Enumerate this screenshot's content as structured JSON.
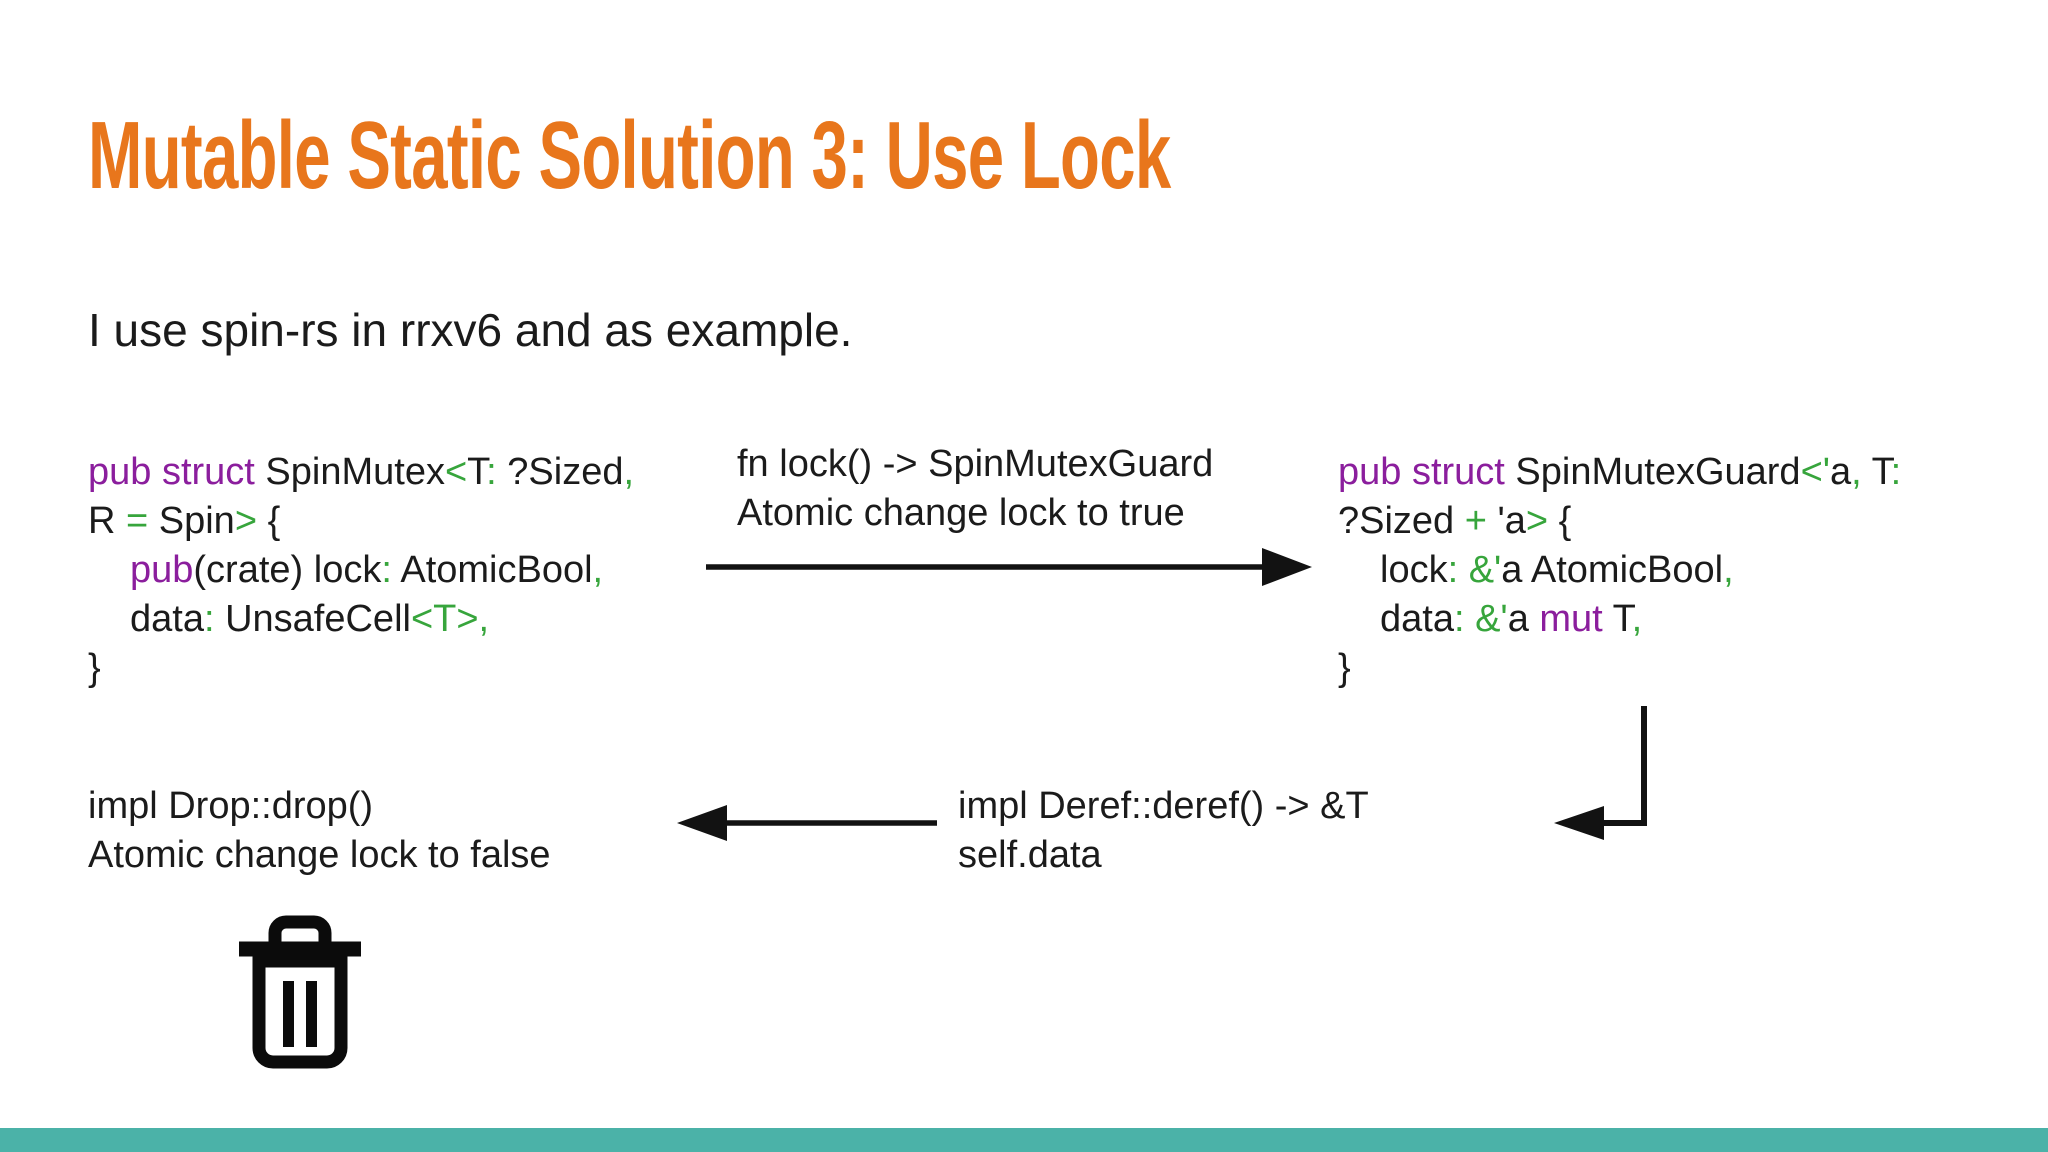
{
  "slide": {
    "title": "Mutable Static Solution 3: Use Lock",
    "subtitle": "I use spin-rs in rrxv6 and as example.",
    "colors": {
      "title_orange": "#E8761C",
      "keyword_purple": "#8B1E9D",
      "symbol_green": "#37A53C",
      "text_black": "#1B1B1B",
      "footer_teal": "#4BB2A8"
    }
  },
  "code_left": {
    "lines": [
      {
        "indent": 0,
        "segments": [
          [
            "purple",
            "pub struct "
          ],
          [
            "plain",
            "SpinMutex"
          ],
          [
            "green",
            "<"
          ],
          [
            "plain",
            "T"
          ],
          [
            "green",
            ":"
          ],
          [
            "plain",
            " ?Sized"
          ],
          [
            "green",
            ","
          ]
        ]
      },
      {
        "indent": 0,
        "segments": [
          [
            "plain",
            "R "
          ],
          [
            "green",
            "="
          ],
          [
            "plain",
            " Spin"
          ],
          [
            "green",
            ">"
          ],
          [
            "plain",
            " {"
          ]
        ]
      },
      {
        "indent": 1,
        "segments": [
          [
            "purple",
            "pub"
          ],
          [
            "plain",
            "(crate) lock"
          ],
          [
            "green",
            ":"
          ],
          [
            "plain",
            " AtomicBool"
          ],
          [
            "green",
            ","
          ]
        ]
      },
      {
        "indent": 1,
        "segments": [
          [
            "plain",
            "data"
          ],
          [
            "green",
            ":"
          ],
          [
            "plain",
            " UnsafeCell"
          ],
          [
            "green",
            "<T>,"
          ]
        ]
      },
      {
        "indent": 0,
        "segments": [
          [
            "plain",
            "}"
          ]
        ]
      }
    ]
  },
  "code_right": {
    "lines": [
      {
        "indent": 0,
        "segments": [
          [
            "purple",
            "pub struct "
          ],
          [
            "plain",
            "SpinMutexGuard"
          ],
          [
            "green",
            "<'"
          ],
          [
            "plain",
            "a"
          ],
          [
            "green",
            ","
          ],
          [
            "plain",
            " T"
          ],
          [
            "green",
            ":"
          ]
        ]
      },
      {
        "indent": 0,
        "segments": [
          [
            "plain",
            "?Sized "
          ],
          [
            "green",
            "+"
          ],
          [
            "plain",
            " 'a"
          ],
          [
            "green",
            ">"
          ],
          [
            "plain",
            " {"
          ]
        ]
      },
      {
        "indent": 1,
        "segments": [
          [
            "plain",
            "lock"
          ],
          [
            "green",
            ": &'"
          ],
          [
            "plain",
            "a AtomicBool"
          ],
          [
            "green",
            ","
          ]
        ]
      },
      {
        "indent": 1,
        "segments": [
          [
            "plain",
            "data"
          ],
          [
            "green",
            ": &'"
          ],
          [
            "plain",
            "a "
          ],
          [
            "purple",
            "mut"
          ],
          [
            "plain",
            " T"
          ],
          [
            "green",
            ","
          ]
        ]
      },
      {
        "indent": 0,
        "segments": [
          [
            "plain",
            "}"
          ]
        ]
      }
    ]
  },
  "annotation_lock": {
    "line1": "fn lock() -> SpinMutexGuard",
    "line2": "Atomic change lock to true"
  },
  "annotation_deref": {
    "line1": "impl Deref::deref() -> &T",
    "line2": "self.data"
  },
  "annotation_drop": {
    "line1": "impl Drop::drop()",
    "line2": "Atomic change lock to false"
  },
  "icons": {
    "trash": "trash-can-icon"
  }
}
